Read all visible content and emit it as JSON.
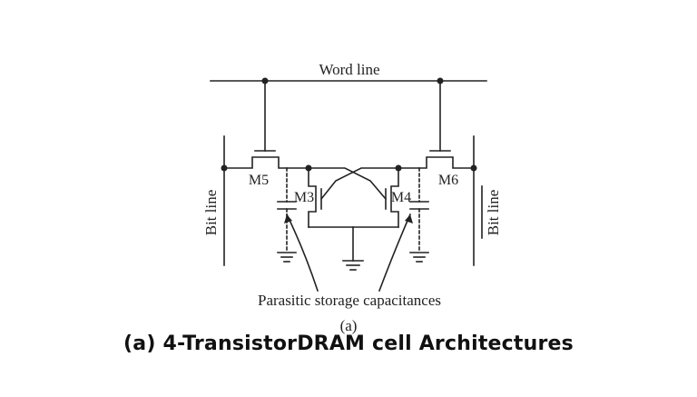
{
  "diagram": {
    "word_line_label": "Word line",
    "bit_line_left_label": "Bit line",
    "bit_line_right_label": "Bit line",
    "transistors": {
      "m5": "M5",
      "m6": "M6",
      "m3": "M3",
      "m4": "M4"
    },
    "capacitance_label": "Parasitic storage capacitances",
    "sub_label": "(a)"
  },
  "caption": "(a) 4-TransistorDRAM cell Architectures"
}
